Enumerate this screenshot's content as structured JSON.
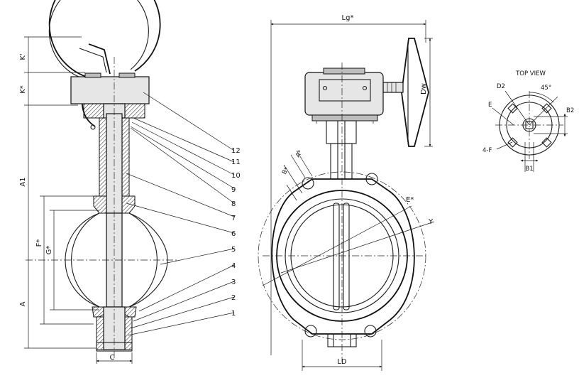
{
  "labels": {
    "k_prime": "K'",
    "k_star": "K*",
    "a1": "A1",
    "a": "A",
    "f_star": "F*",
    "g_star": "G*",
    "c": "C",
    "lg_star": "Lg*",
    "dw": "Dw",
    "a_star": "A*",
    "b_star": "B*",
    "e_star": "E*",
    "y": "Y",
    "ld": "LD",
    "top_view": "TOP VIEW",
    "d2": "D2",
    "deg45": "45°",
    "e": "E",
    "b2": "B2",
    "four_f": "4-F",
    "b1": "B1"
  },
  "part_numbers": [
    "12",
    "11",
    "10",
    "9",
    "8",
    "7",
    "6",
    "5",
    "4",
    "3",
    "2",
    "1"
  ]
}
